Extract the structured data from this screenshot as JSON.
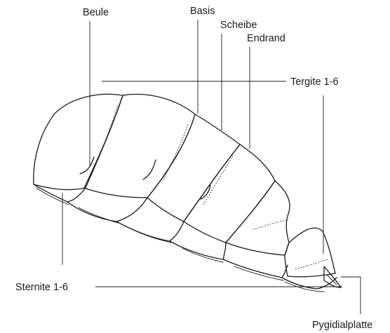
{
  "labels": {
    "beule": "Beule",
    "basis": "Basis",
    "scheibe": "Scheibe",
    "endrand": "Endrand",
    "tergite": "Tergite 1-6",
    "sternite": "Sternite 1-6",
    "pygidialplatte": "Pygidialplatte"
  },
  "colors": {
    "ink": "#1a1a1a",
    "background": "#ffffff"
  }
}
